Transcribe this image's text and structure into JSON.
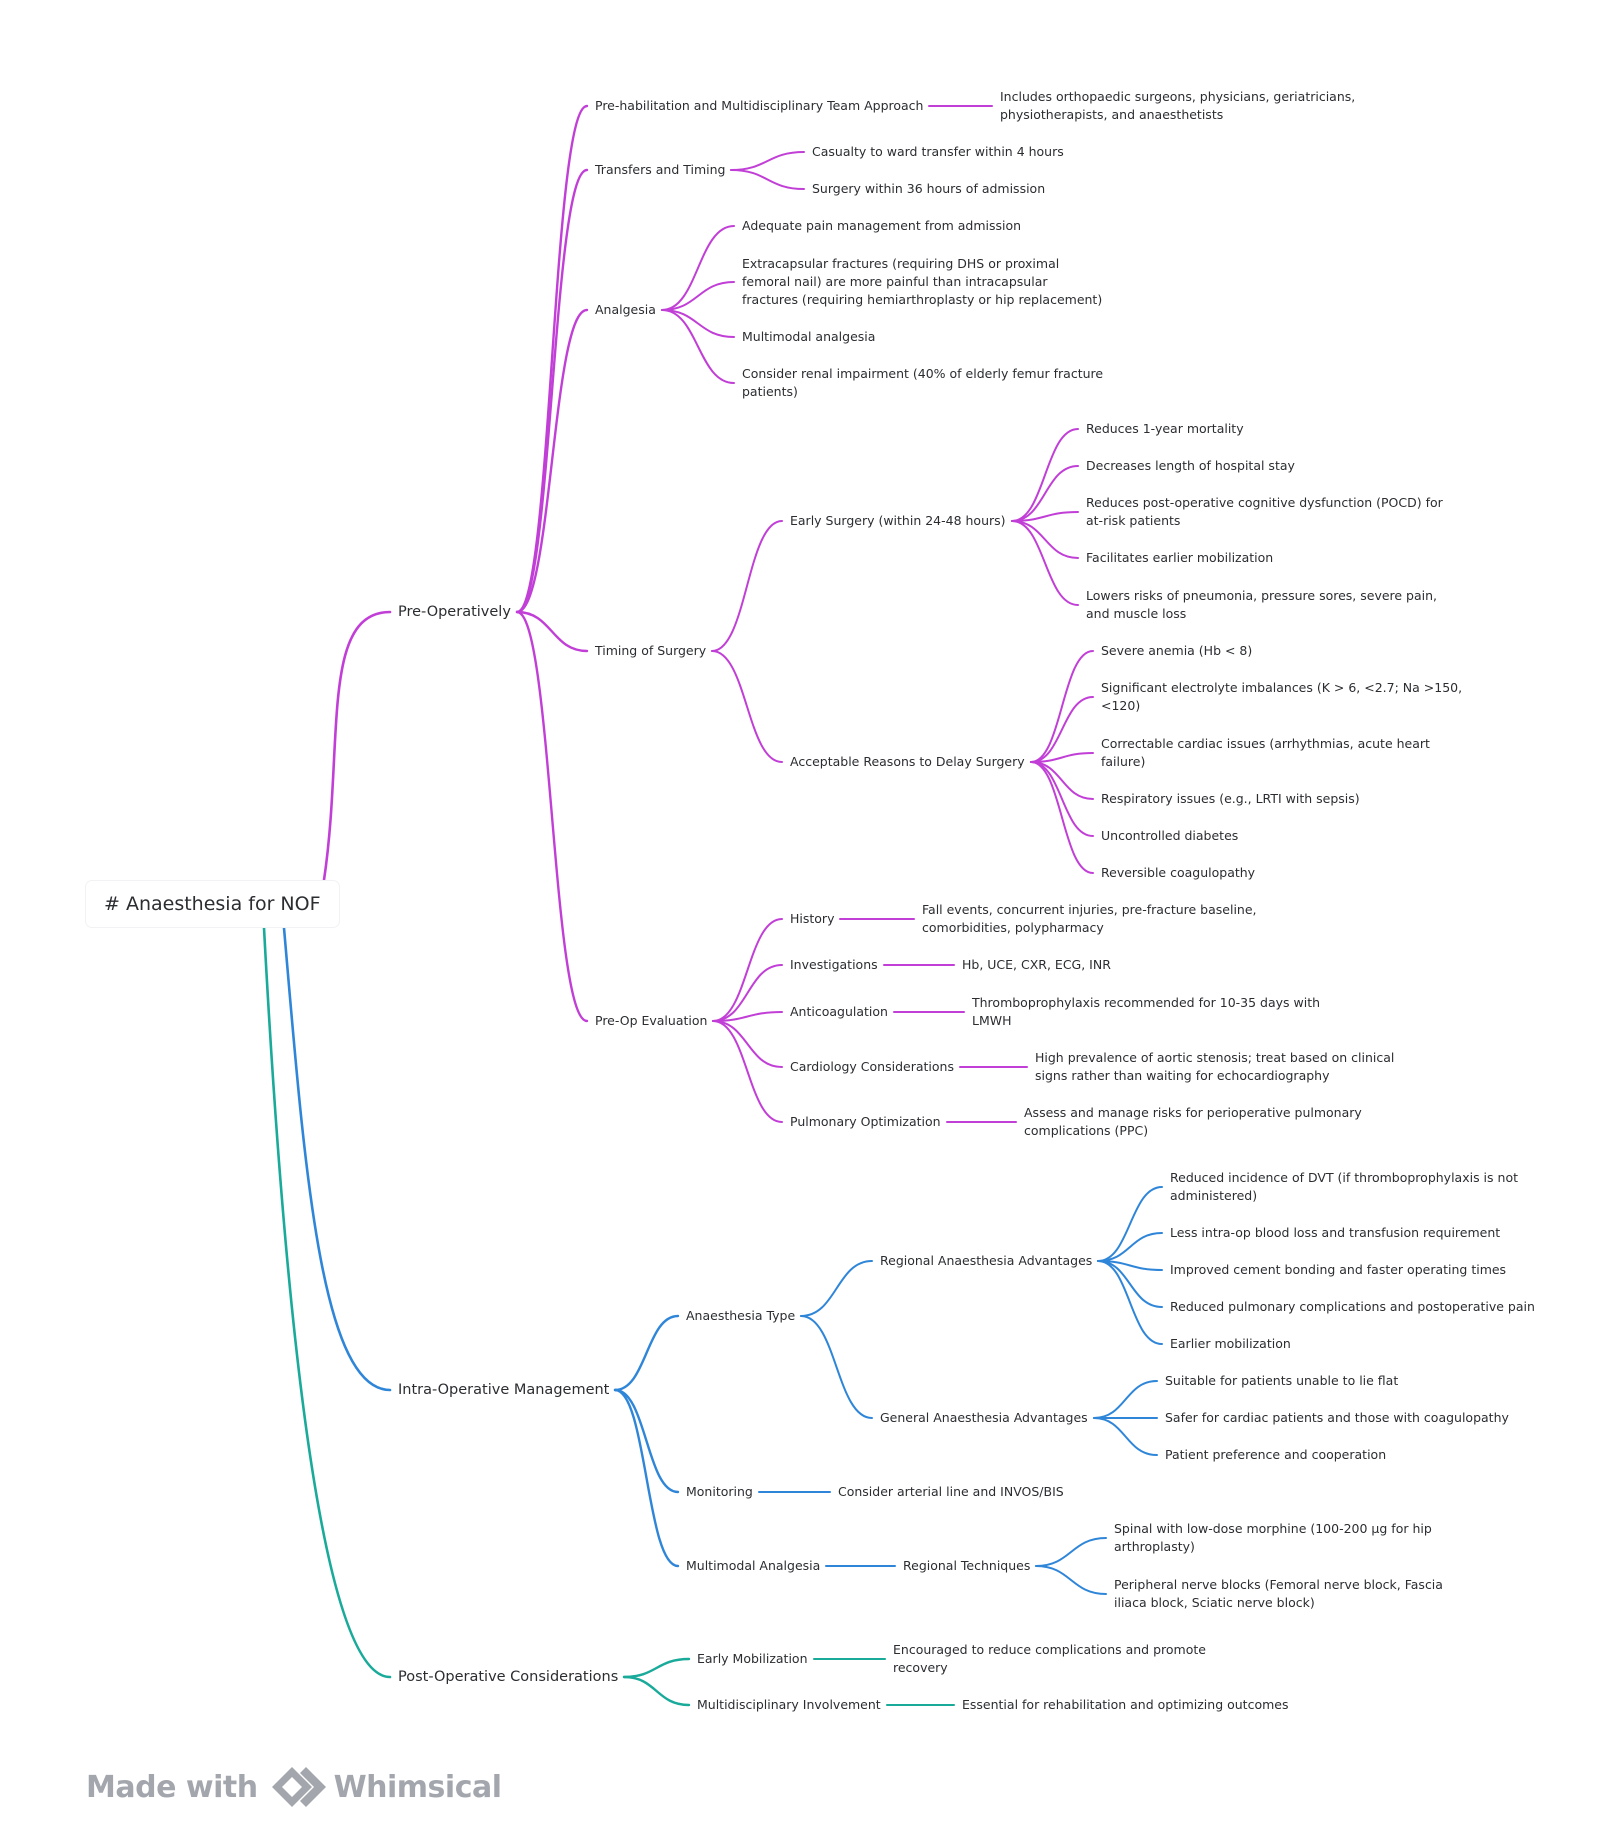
{
  "colors": {
    "pre": "#c13fd6",
    "intra": "#2f86d8",
    "post": "#19aa9a",
    "brand": "#a3a7ad"
  },
  "root": {
    "label": "# Anaesthesia for NOF"
  },
  "branches": [
    {
      "id": "pre",
      "label": "Pre-Operatively",
      "color_key": "pre",
      "children": [
        {
          "label": "Pre-habilitation and Multidisciplinary Team Approach",
          "children": [
            {
              "label": "Includes orthopaedic surgeons, physicians, geriatricians,\nphysiotherapists, and anaesthetists"
            }
          ]
        },
        {
          "label": "Transfers and Timing",
          "children": [
            {
              "label": "Casualty to ward transfer within 4 hours"
            },
            {
              "label": "Surgery within 36 hours of admission"
            }
          ]
        },
        {
          "label": "Analgesia",
          "children": [
            {
              "label": "Adequate pain management from admission"
            },
            {
              "label": "Extracapsular fractures (requiring DHS or proximal\nfemoral nail) are more painful than intracapsular\nfractures (requiring hemiarthroplasty or hip replacement)"
            },
            {
              "label": "Multimodal analgesia"
            },
            {
              "label": "Consider renal impairment (40% of elderly femur fracture\npatients)"
            }
          ]
        },
        {
          "label": "Timing of Surgery",
          "children": [
            {
              "label": "Early Surgery (within 24-48 hours)",
              "children": [
                {
                  "label": "Reduces 1-year mortality"
                },
                {
                  "label": "Decreases length of hospital stay"
                },
                {
                  "label": "Reduces post-operative cognitive dysfunction (POCD) for\nat-risk patients"
                },
                {
                  "label": "Facilitates earlier mobilization"
                },
                {
                  "label": "Lowers risks of pneumonia, pressure sores, severe pain,\nand muscle loss"
                }
              ]
            },
            {
              "label": "Acceptable Reasons to Delay Surgery",
              "children": [
                {
                  "label": "Severe anemia (Hb < 8)"
                },
                {
                  "label": "Significant electrolyte imbalances (K > 6, <2.7; Na >150,\n<120)"
                },
                {
                  "label": "Correctable cardiac issues (arrhythmias, acute heart\nfailure)"
                },
                {
                  "label": "Respiratory issues (e.g., LRTI with sepsis)"
                },
                {
                  "label": "Uncontrolled diabetes"
                },
                {
                  "label": "Reversible coagulopathy"
                }
              ]
            }
          ]
        },
        {
          "label": "Pre-Op Evaluation",
          "children": [
            {
              "label": "History",
              "children": [
                {
                  "label": "Fall events, concurrent injuries, pre-fracture baseline,\ncomorbidities, polypharmacy"
                }
              ]
            },
            {
              "label": "Investigations",
              "children": [
                {
                  "label": "Hb, UCE, CXR, ECG, INR"
                }
              ]
            },
            {
              "label": "Anticoagulation",
              "children": [
                {
                  "label": "Thromboprophylaxis recommended for 10-35 days with\nLMWH"
                }
              ]
            },
            {
              "label": "Cardiology Considerations",
              "children": [
                {
                  "label": "High prevalence of aortic stenosis; treat based on clinical\nsigns rather than waiting for echocardiography"
                }
              ]
            },
            {
              "label": "Pulmonary Optimization",
              "children": [
                {
                  "label": "Assess and manage risks for perioperative pulmonary\ncomplications (PPC)"
                }
              ]
            }
          ]
        }
      ]
    },
    {
      "id": "intra",
      "label": "Intra-Operative Management",
      "color_key": "intra",
      "children": [
        {
          "label": "Anaesthesia Type",
          "children": [
            {
              "label": "Regional Anaesthesia Advantages",
              "children": [
                {
                  "label": "Reduced incidence of DVT (if thromboprophylaxis is not\nadministered)"
                },
                {
                  "label": "Less intra-op blood loss and transfusion requirement"
                },
                {
                  "label": "Improved cement bonding and faster operating times"
                },
                {
                  "label": "Reduced pulmonary complications and postoperative pain"
                },
                {
                  "label": "Earlier mobilization"
                }
              ]
            },
            {
              "label": "General Anaesthesia Advantages",
              "children": [
                {
                  "label": "Suitable for patients unable to lie flat"
                },
                {
                  "label": "Safer for cardiac patients and those with coagulopathy"
                },
                {
                  "label": "Patient preference and cooperation"
                }
              ]
            }
          ]
        },
        {
          "label": "Monitoring",
          "children": [
            {
              "label": "Consider arterial line and INVOS/BIS"
            }
          ]
        },
        {
          "label": "Multimodal Analgesia",
          "children": [
            {
              "label": "Regional Techniques",
              "children": [
                {
                  "label": "Spinal with low-dose morphine (100-200 μg for hip\narthroplasty)"
                },
                {
                  "label": "Peripheral nerve blocks (Femoral nerve block, Fascia\niliaca block, Sciatic nerve block)"
                }
              ]
            }
          ]
        }
      ]
    },
    {
      "id": "post",
      "label": "Post-Operative Considerations",
      "color_key": "post",
      "children": [
        {
          "label": "Early Mobilization",
          "children": [
            {
              "label": "Encouraged to reduce complications and promote\nrecovery"
            }
          ]
        },
        {
          "label": "Multidisciplinary Involvement",
          "children": [
            {
              "label": "Essential for rehabilitation and optimizing outcomes"
            }
          ]
        }
      ]
    }
  ],
  "footer": {
    "made_with": "Made with",
    "brand_name": "Whimsical",
    "logo_icon": "whimsical-logo-icon"
  }
}
